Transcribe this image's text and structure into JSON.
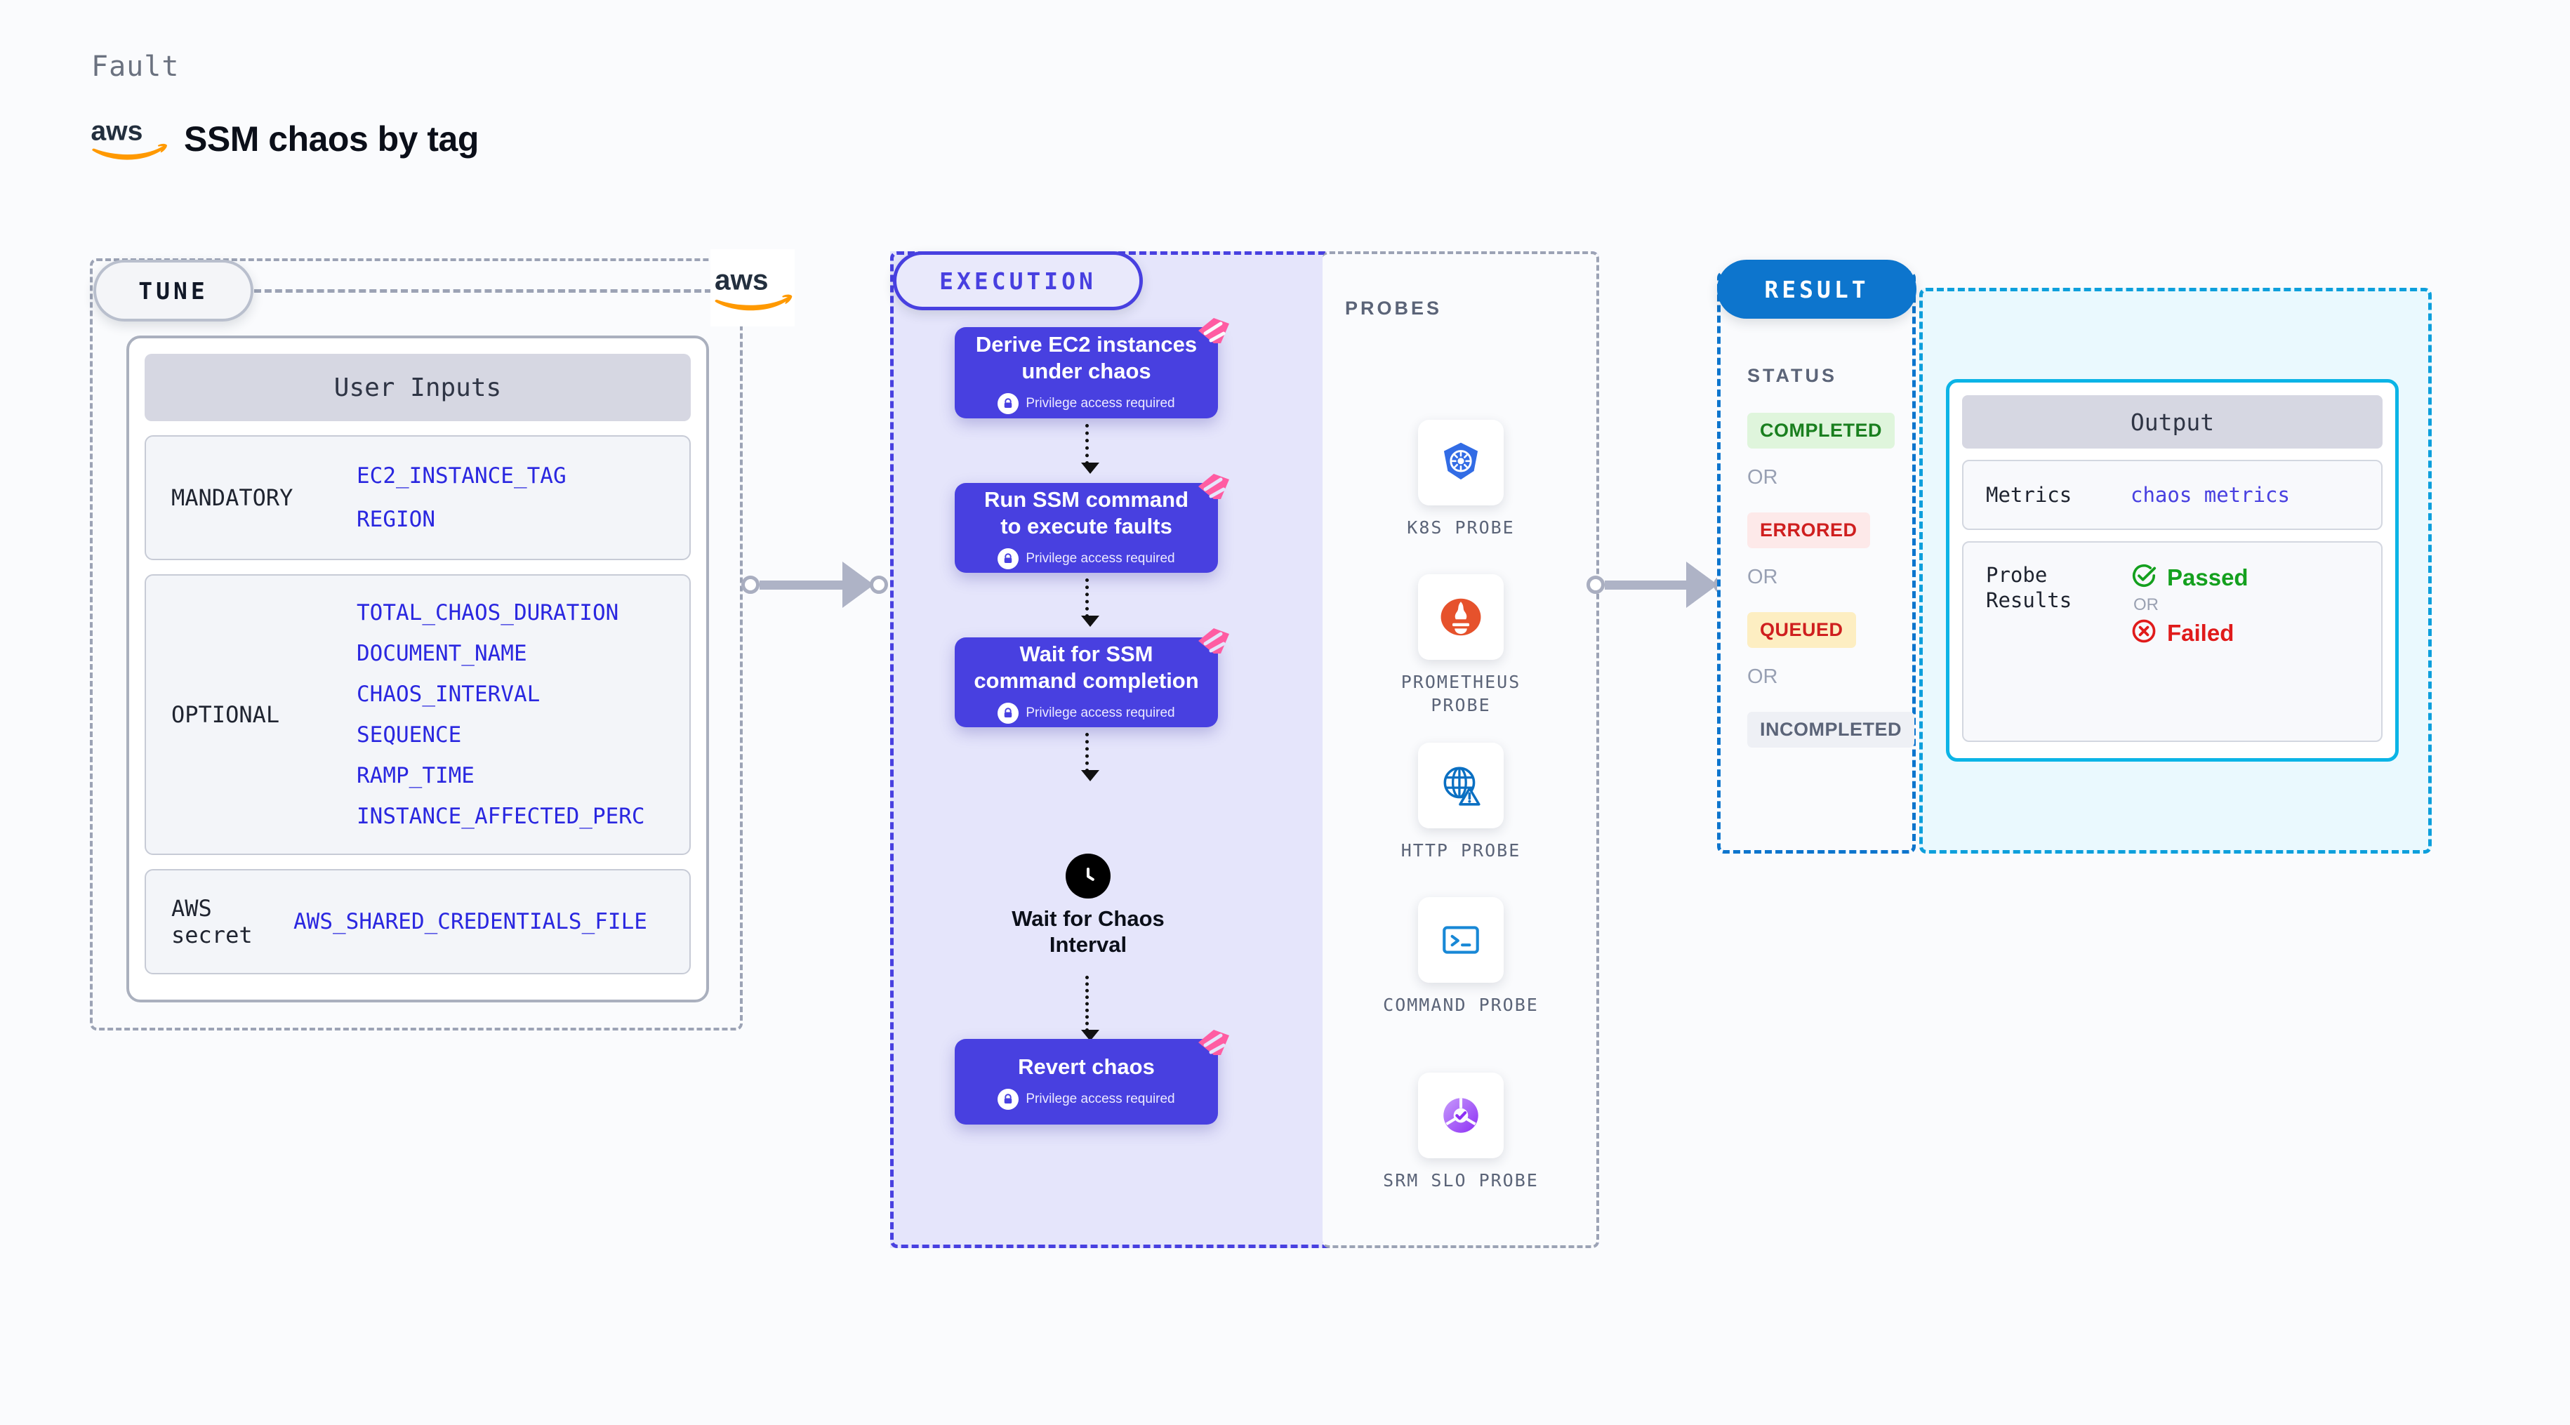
{
  "header": {
    "kicker": "Fault",
    "title": "SSM chaos by tag",
    "provider_icon": "aws-logo-icon"
  },
  "tune": {
    "badge": "TUNE",
    "provider_icon": "aws-logo-icon",
    "card_title": "User Inputs",
    "groups": [
      {
        "label": "MANDATORY",
        "params": [
          "EC2_INSTANCE_TAG",
          "REGION"
        ]
      },
      {
        "label": "OPTIONAL",
        "params": [
          "TOTAL_CHAOS_DURATION",
          "DOCUMENT_NAME",
          "CHAOS_INTERVAL",
          "SEQUENCE",
          "RAMP_TIME",
          "INSTANCE_AFFECTED_PERC"
        ]
      },
      {
        "label": "AWS secret",
        "params": [
          "AWS_SHARED_CREDENTIALS_FILE"
        ]
      }
    ]
  },
  "execution": {
    "badge": "EXECUTION",
    "privilege_text": "Privilege access required",
    "steps": [
      {
        "title": "Derive EC2 instances under chaos",
        "privileged": true,
        "type": "task"
      },
      {
        "title": "Run SSM command to execute faults",
        "privileged": true,
        "type": "task"
      },
      {
        "title": "Wait for SSM command completion",
        "privileged": true,
        "type": "task"
      },
      {
        "title": "Wait for Chaos Interval",
        "privileged": false,
        "type": "wait"
      },
      {
        "title": "Revert chaos",
        "privileged": true,
        "type": "task"
      }
    ]
  },
  "probes": {
    "title": "PROBES",
    "items": [
      {
        "name": "K8S PROBE",
        "icon": "kubernetes-icon"
      },
      {
        "name": "PROMETHEUS PROBE",
        "icon": "prometheus-icon"
      },
      {
        "name": "HTTP PROBE",
        "icon": "http-globe-icon"
      },
      {
        "name": "COMMAND PROBE",
        "icon": "terminal-icon"
      },
      {
        "name": "SRM SLO PROBE",
        "icon": "srm-slo-icon"
      }
    ]
  },
  "result": {
    "badge": "RESULT",
    "status_label": "STATUS",
    "or_label": "OR",
    "statuses": [
      {
        "label": "COMPLETED",
        "color": "#1a7f1f",
        "bg": "#dff5dc"
      },
      {
        "label": "ERRORED",
        "color": "#cf1f1f",
        "bg": "#fde9e9"
      },
      {
        "label": "QUEUED",
        "color": "#cf1f1f",
        "bg": "#fdeec2"
      },
      {
        "label": "INCOMPLETED",
        "color": "#5b6478",
        "bg": "#eef0f5"
      }
    ]
  },
  "output": {
    "title": "Output",
    "rows": [
      {
        "key": "Metrics",
        "value": "chaos metrics",
        "kind": "mono"
      },
      {
        "key": "Probe Results",
        "pass": "Passed",
        "or": "OR",
        "fail": "Failed",
        "kind": "probe"
      }
    ]
  },
  "colors": {
    "accent_execution": "#4840e0",
    "accent_result": "#0d75cd",
    "accent_output": "#0bb4e6",
    "param_blue": "#2a27e0",
    "harness_pink": "#ff5ca2"
  }
}
